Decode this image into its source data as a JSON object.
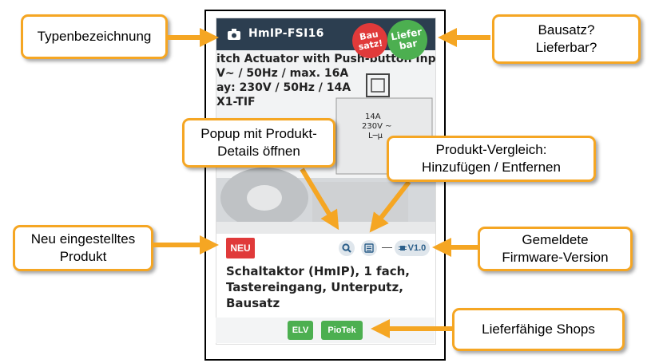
{
  "callouts": {
    "typenbezeichnung": "Typenbezeichnung",
    "bausatz_lieferbar": [
      "Bausatz?",
      "Lieferbar?"
    ],
    "popup": [
      "Popup mit Produkt-",
      "Details öffnen"
    ],
    "vergleich": [
      "Produkt-Vergleich:",
      "Hinzufügen / Entfernen"
    ],
    "neu": [
      "Neu eingestelltes",
      "Produkt"
    ],
    "firmware": [
      "Gemeldete",
      "Firmware-Version"
    ],
    "shops": "Lieferfähige Shops"
  },
  "card": {
    "type_name": "HmIP-FSI16",
    "badge_bausatz": [
      "Bau",
      "satz!"
    ],
    "badge_lieferbar": [
      "Liefer",
      "bar"
    ],
    "photo_specs": [
      "itch Actuator with Push-button Input",
      "V~ / 50Hz / max. 16A",
      "ay: 230V / 50Hz / 14A",
      "X1-TIF"
    ],
    "new_label": "NEU",
    "compare_separator": "—",
    "firmware_version": "V1.0",
    "title_line1": "Schaltaktor (HmIP), 1 fach,",
    "title_line2": "Tastereingang, Unterputz, Bausatz",
    "shops": [
      "ELV",
      "PioTek"
    ]
  },
  "colors": {
    "callout_border": "#f5a623",
    "arrow": "#f5a623",
    "topbar": "#2c3e50",
    "new_badge": "#e03a3a",
    "shop_badge": "#4caf50"
  },
  "icons": [
    "camera-icon",
    "search-icon",
    "compare-list-icon",
    "chip-icon"
  ]
}
